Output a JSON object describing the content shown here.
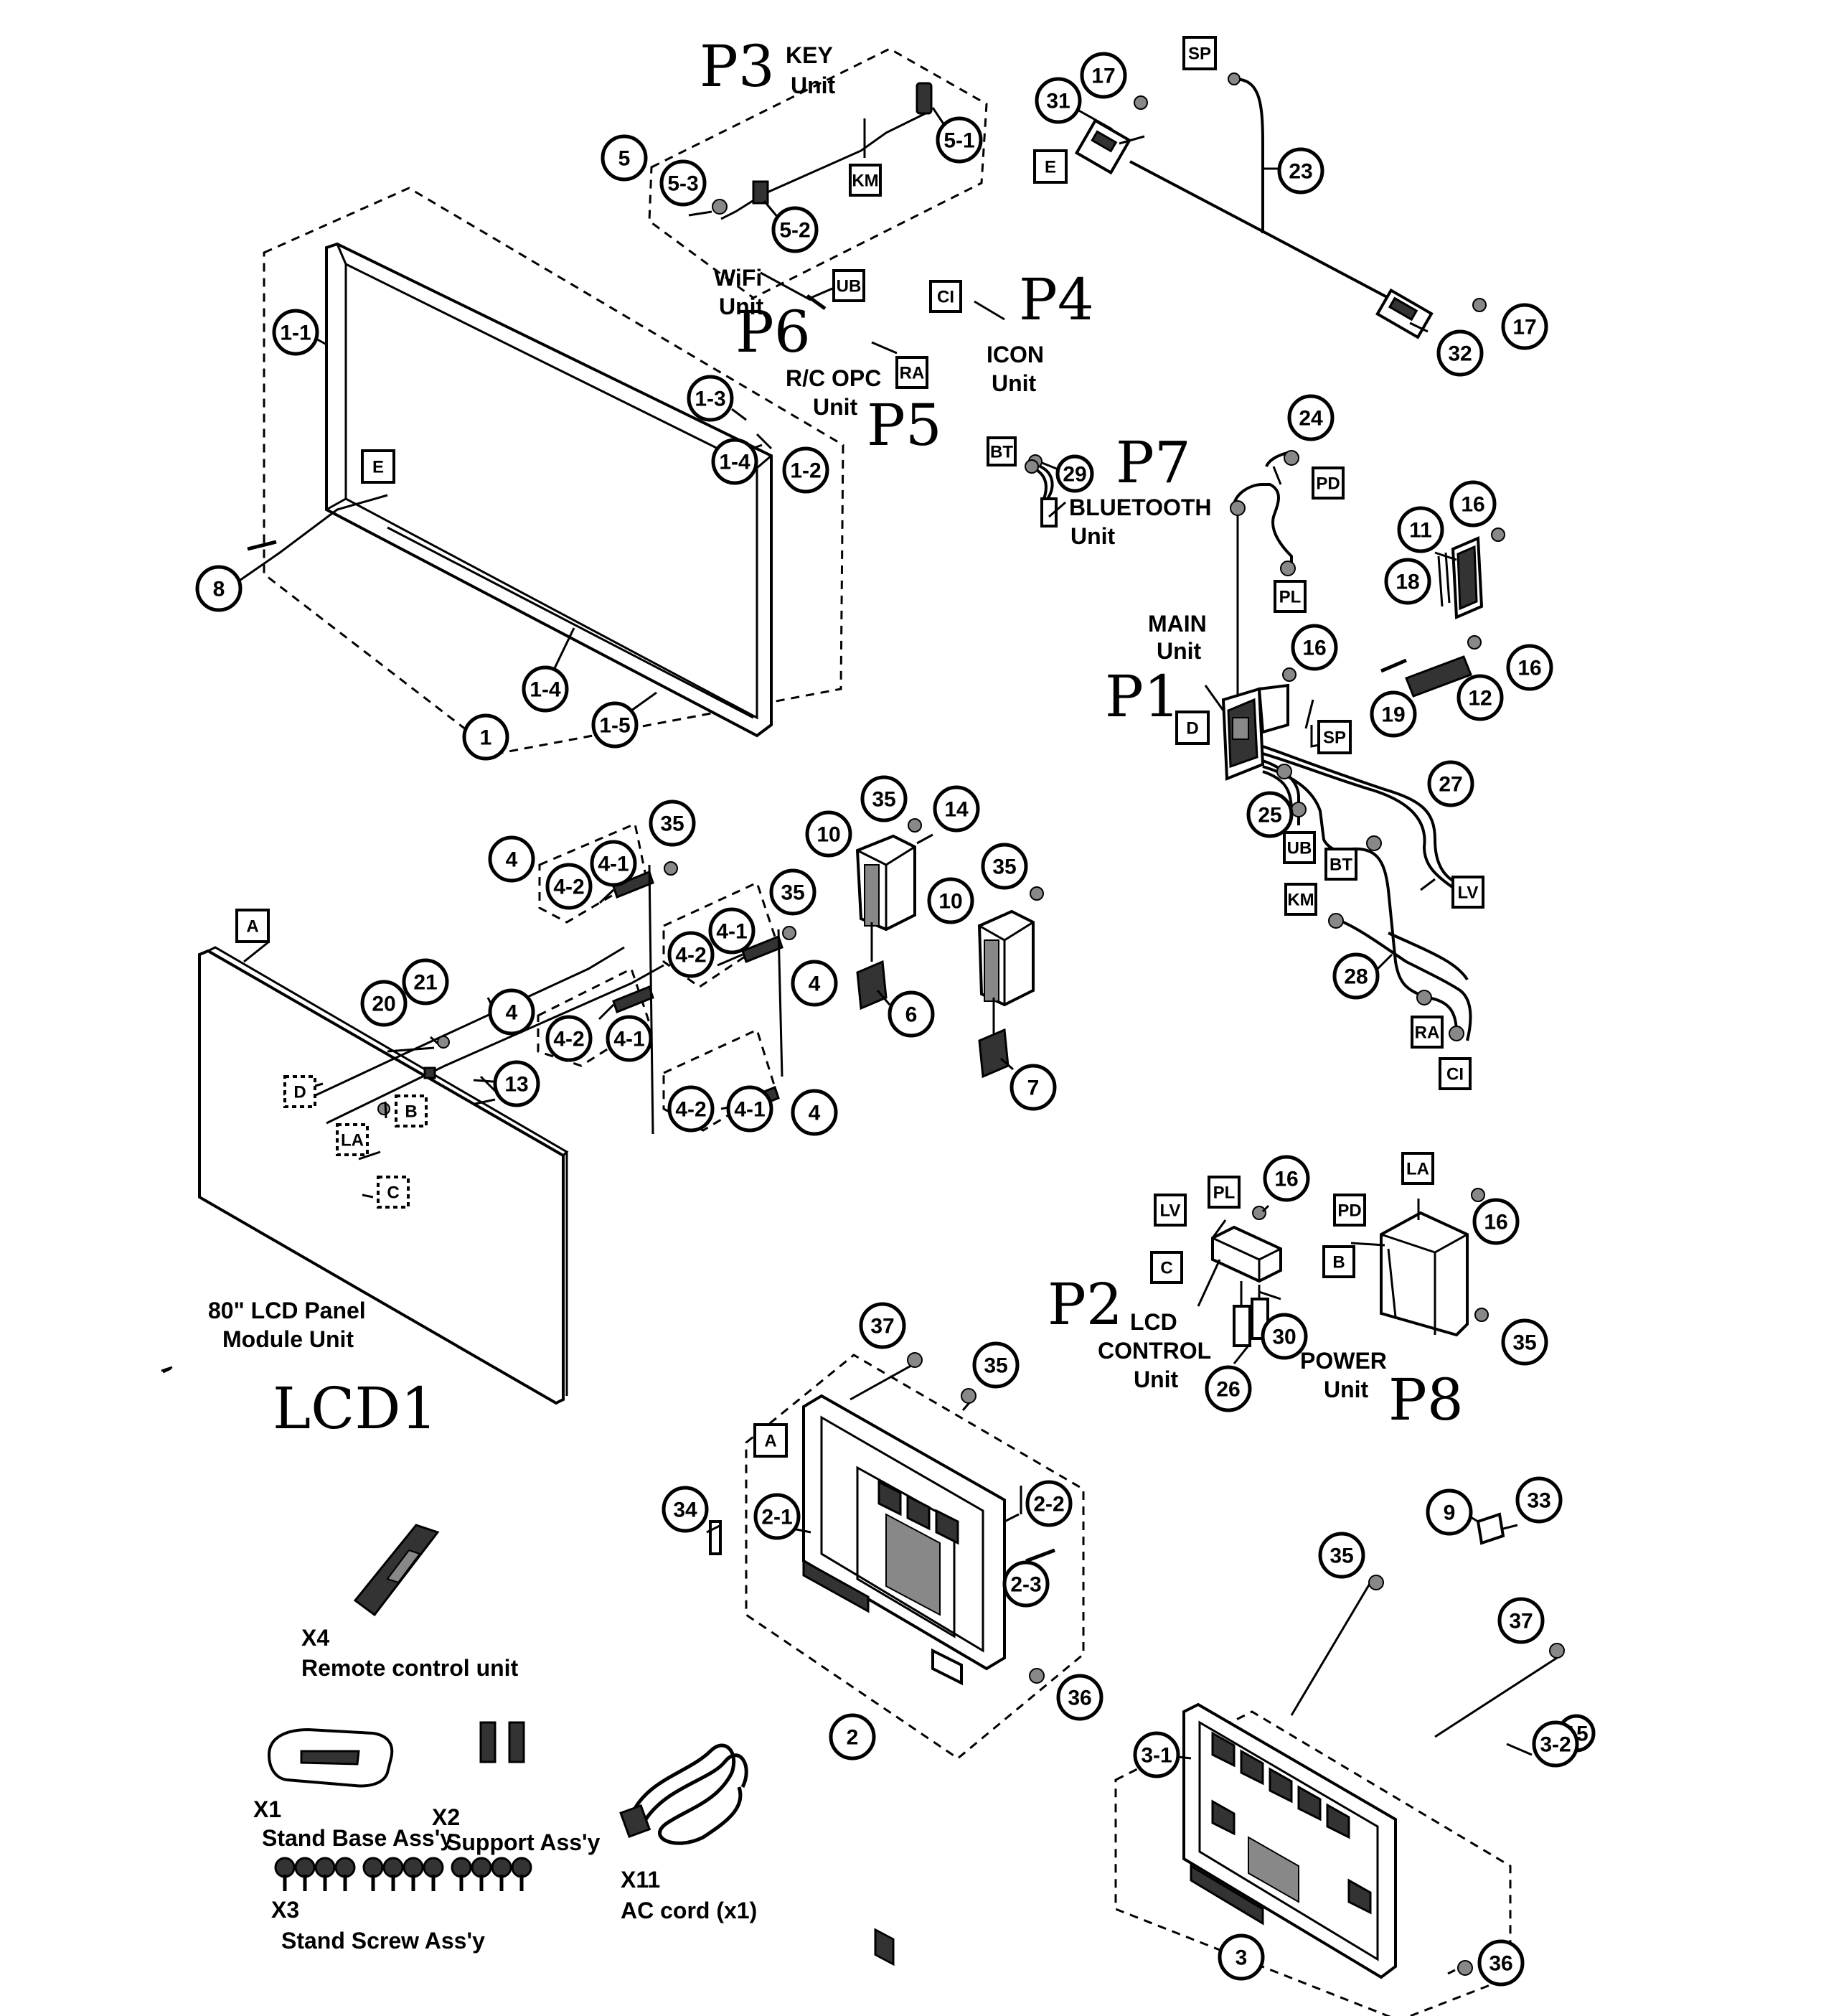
{
  "units": {
    "key": {
      "tag": "P3",
      "line1": "KEY",
      "line2": "Unit"
    },
    "wifi": {
      "tag": "P6",
      "line1": "WiFi",
      "line2": "Unit"
    },
    "icon": {
      "tag": "P4",
      "line1": "ICON",
      "line2": "Unit"
    },
    "rcopc": {
      "tag": "P5",
      "line1": "R/C OPC",
      "line2": "Unit"
    },
    "bluetooth": {
      "tag": "P7",
      "line1": "BLUETOOTH",
      "line2": "Unit"
    },
    "main": {
      "tag": "P1",
      "line1": "MAIN",
      "line2": "Unit"
    },
    "lcd_control": {
      "tag": "P2",
      "line1": "LCD",
      "line2": "CONTROL",
      "line3": "Unit"
    },
    "power": {
      "tag": "P8",
      "line1": "POWER",
      "line2": "Unit"
    },
    "lcd_panel": {
      "tag": "LCD1",
      "line1": "80\" LCD Panel",
      "line2": "Module Unit"
    }
  },
  "parts": {
    "p1": "1",
    "p1_1": "1-1",
    "p1_2": "1-2",
    "p1_3": "1-3",
    "p1_4a": "1-4",
    "p1_4b": "1-4",
    "p1_5": "1-5",
    "p2": "2",
    "p2_1": "2-1",
    "p2_2": "2-2",
    "p2_3": "2-3",
    "p3": "3",
    "p3_1": "3-1",
    "p3_2": "3-2",
    "p4a": "4",
    "p4b": "4",
    "p4c": "4",
    "p4d": "4",
    "p4_1a": "4-1",
    "p4_1b": "4-1",
    "p4_1c": "4-1",
    "p4_1d": "4-1",
    "p4_2a": "4-2",
    "p4_2b": "4-2",
    "p4_2c": "4-2",
    "p4_2d": "4-2",
    "p5": "5",
    "p5_1": "5-1",
    "p5_2": "5-2",
    "p5_3": "5-3",
    "p6": "6",
    "p7": "7",
    "p8": "8",
    "p9": "9",
    "p10a": "10",
    "p10b": "10",
    "p11": "11",
    "p12": "12",
    "p13": "13",
    "p14": "14",
    "p15": "15",
    "p16a": "16",
    "p16b": "16",
    "p16c": "16",
    "p16d": "16",
    "p16e": "16",
    "p17a": "17",
    "p17b": "17",
    "p18": "18",
    "p19": "19",
    "p20": "20",
    "p21": "21",
    "p23": "23",
    "p24": "24",
    "p25": "25",
    "p26": "26",
    "p27": "27",
    "p28": "28",
    "p29": "29",
    "p30": "30",
    "p31": "31",
    "p32": "32",
    "p33": "33",
    "p34": "34",
    "p35a": "35",
    "p35b": "35",
    "p35c": "35",
    "p35d": "35",
    "p35e": "35",
    "p35f": "35",
    "p36a": "36",
    "p36b": "36",
    "p37a": "37",
    "p37b": "37"
  },
  "connectors": {
    "km_top": "KM",
    "sp_top": "SP",
    "e_top": "E",
    "ub_top": "UB",
    "ci_top": "CI",
    "ra_top": "RA",
    "e_frame": "E",
    "bt_top": "BT",
    "pd_top": "PD",
    "pl_top": "PL",
    "d_main": "D",
    "sp_main": "SP",
    "ub_main": "UB",
    "bt_main": "BT",
    "lv_main": "LV",
    "km_main": "KM",
    "ra_main": "RA",
    "ci_main": "CI",
    "a_panel": "A",
    "d_panel": "D",
    "b_panel": "B",
    "la_panel": "LA",
    "c_panel": "C",
    "lv_lcd": "LV",
    "pl_lcd": "PL",
    "c_lcd": "C",
    "la_pwr": "LA",
    "pd_pwr": "PD",
    "b_pwr": "B",
    "a_back": "A"
  },
  "accessories": {
    "remote": {
      "code": "X4",
      "name": "Remote control unit"
    },
    "stand_base": {
      "code": "X1",
      "name": "Stand Base Ass'y"
    },
    "support": {
      "code": "X2",
      "name": "Support Ass'y"
    },
    "stand_screw": {
      "code": "X3",
      "name": "Stand Screw Ass'y"
    },
    "ac_cord": {
      "code": "X11",
      "name": "AC cord (x1)"
    }
  }
}
